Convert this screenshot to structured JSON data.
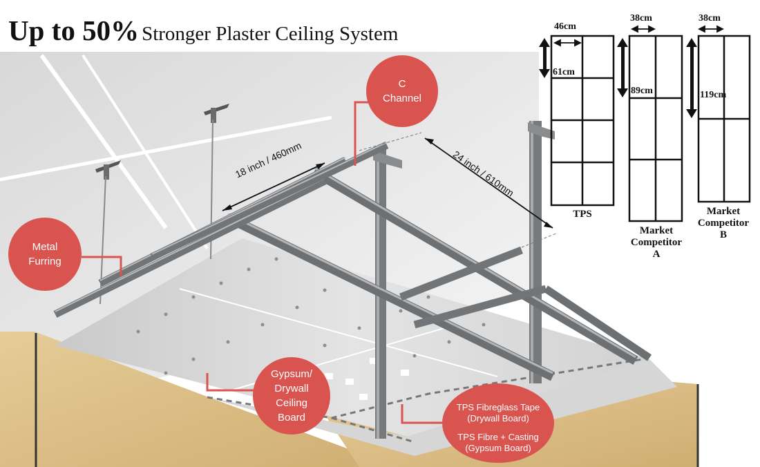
{
  "title": {
    "bold": "Up to 50%",
    "rest": "Stronger Plaster Ceiling System"
  },
  "labels": {
    "c_channel": "C\nChannel",
    "metal_furring": "Metal\nFurring",
    "gypsum_board": "Gypsum/\nDrywall\nCeiling\nBoard",
    "tape_note": "TPS Fibreglass Tape\n(Drywall Board)",
    "fibre_note": "TPS Fibre + Casting\n(Gypsum Board)"
  },
  "dimensions": {
    "spacing_18": "18 inch / 460mm",
    "spacing_24": "24 inch / 610mm"
  },
  "comparison": [
    {
      "name": "TPS",
      "width": "46cm",
      "height": "61cm"
    },
    {
      "name": "Market\nCompetitor\nA",
      "width": "38cm",
      "height": "89cm"
    },
    {
      "name": "Market\nCompetitor\nB",
      "width": "38cm",
      "height": "119cm"
    }
  ],
  "colors": {
    "accent": "#d9534f",
    "board": "#dcdcdc",
    "wall": "#d9bd86",
    "steel": "#8a8d90"
  }
}
